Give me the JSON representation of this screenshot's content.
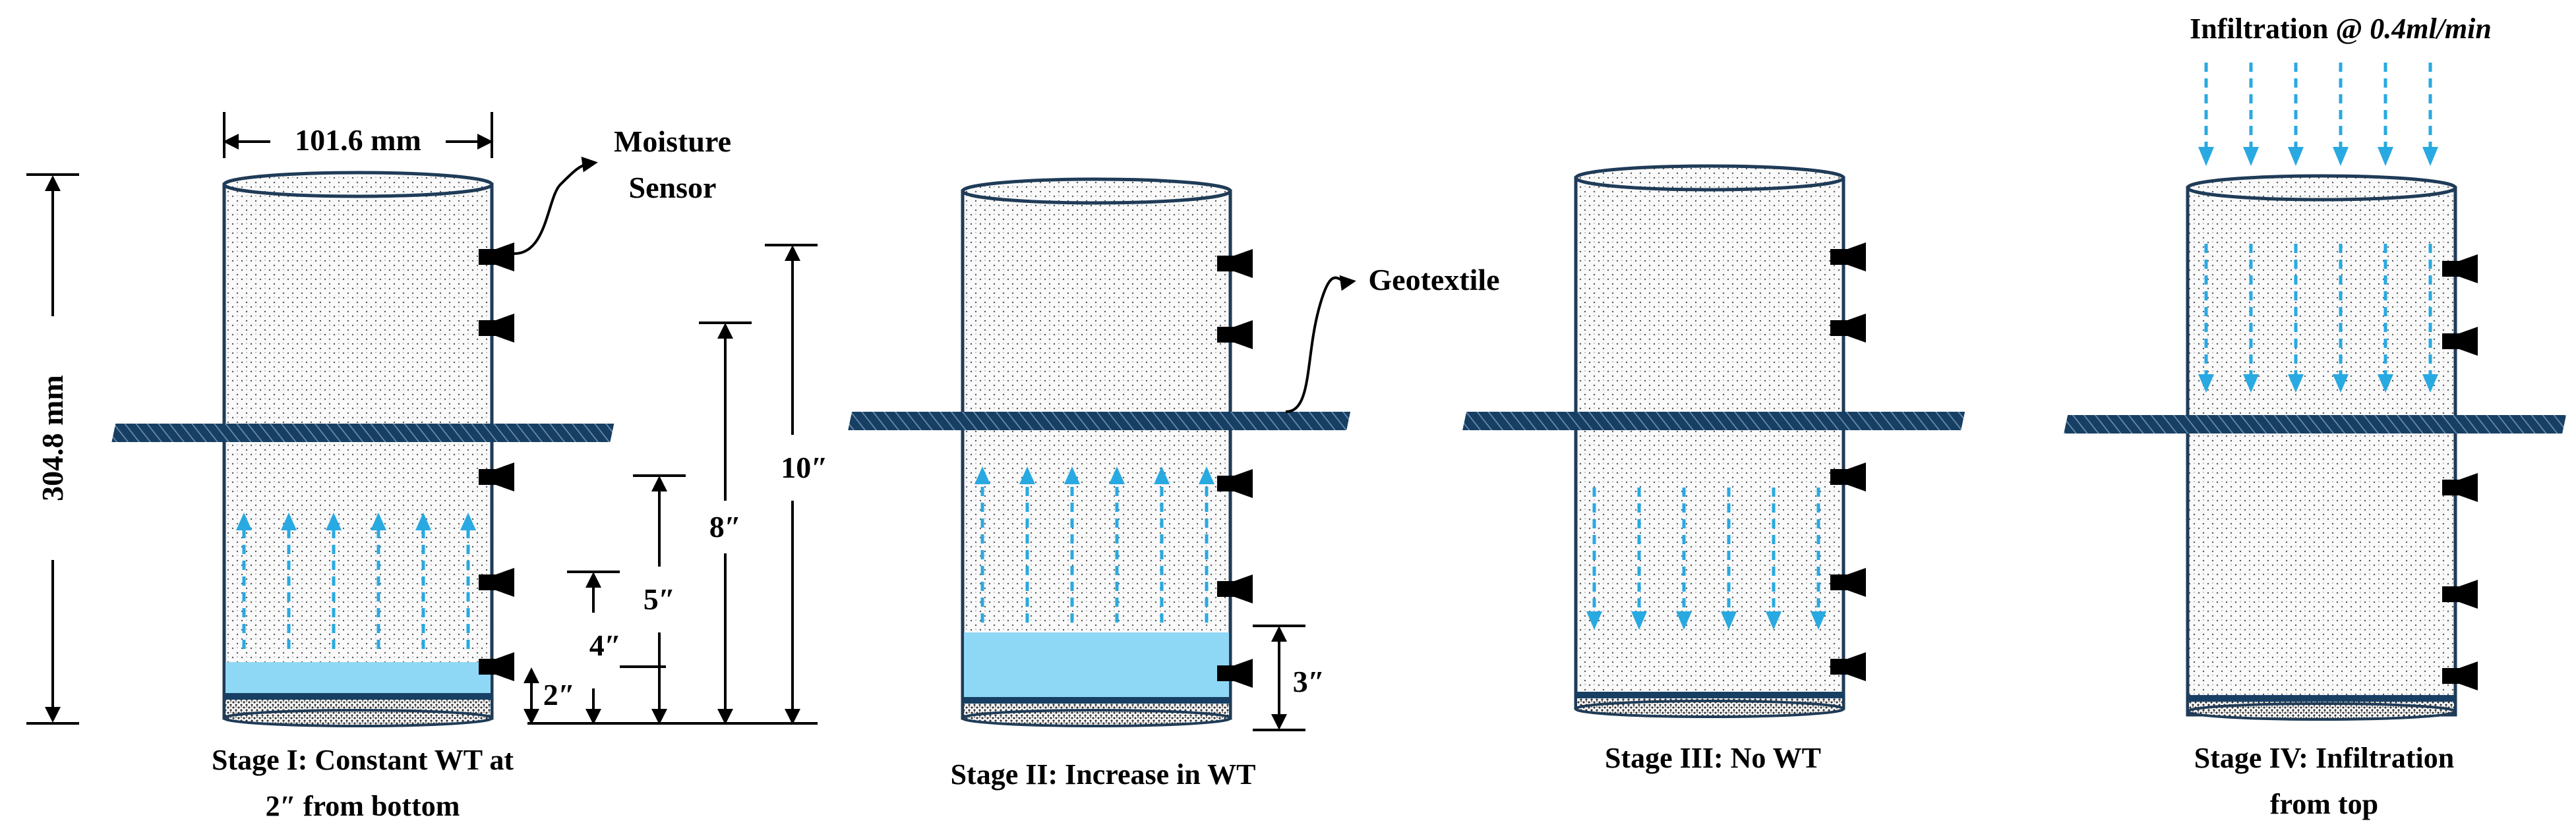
{
  "labels": {
    "width_dim": "101.6 mm",
    "height_dim": "304.8 mm",
    "moisture_sensor_line1": "Moisture",
    "moisture_sensor_line2": "Sensor",
    "geotextile": "Geotextile",
    "dim_2in": "2″",
    "dim_4in": "4″",
    "dim_5in": "5″",
    "dim_8in": "8″",
    "dim_10in": "10″",
    "dim_3in": "3″",
    "infiltration_prefix": "Infiltration @ ",
    "infiltration_rate": "0.4ml/min"
  },
  "stages": [
    {
      "id": "stage-1",
      "caption_line1": "Stage I: Constant WT at",
      "caption_line2": "2″ from bottom",
      "flow": "up",
      "water_table_in": 2
    },
    {
      "id": "stage-2",
      "caption_line1": "Stage II: Increase in WT",
      "caption_line2": "",
      "flow": "up",
      "water_table_in": 3
    },
    {
      "id": "stage-3",
      "caption_line1": "Stage III: No WT",
      "caption_line2": "",
      "flow": "down",
      "water_table_in": 0
    },
    {
      "id": "stage-4",
      "caption_line1": "Stage IV: Infiltration",
      "caption_line2": "from top",
      "flow": "down",
      "water_table_in": 0
    }
  ],
  "colors": {
    "soil_outline": "#1f3b57",
    "geotextile": "#173f63",
    "water": "#8fd8f5",
    "arrow": "#29a9e1",
    "sensor": "#000000"
  }
}
